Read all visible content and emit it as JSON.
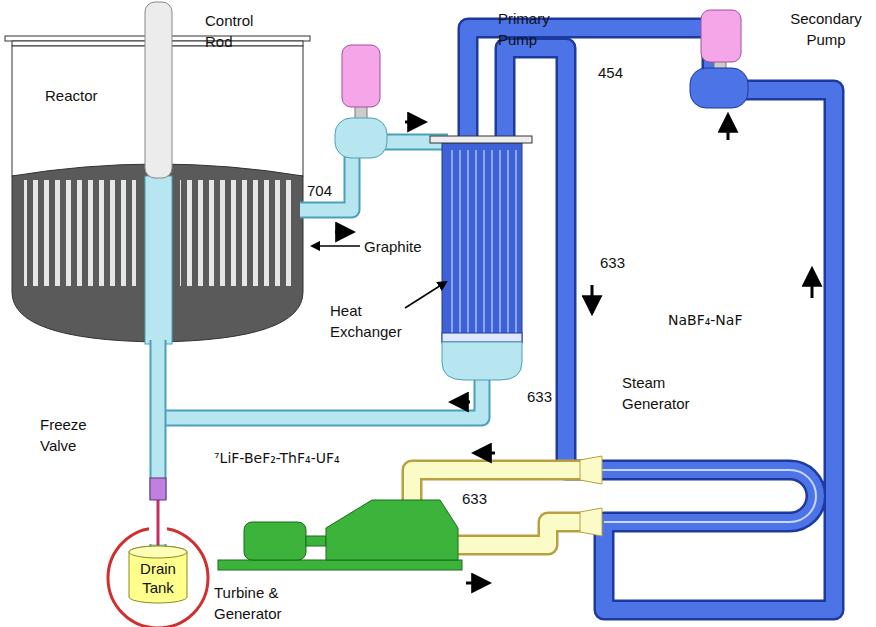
{
  "diagram": {
    "nodes": [
      {
        "text": [
          "Reactor"
        ]
      },
      {
        "text": [
          "Drain Tank"
        ]
      }
    ],
    "edges": [
      {
        "from": 0,
        "to": 1,
        "arrow": "none"
      }
    ],
    "labels": [
      "Control Rod",
      "Primary Pump",
      "Secondary Pump",
      "454",
      "704",
      "Graphite",
      "633",
      "Heat Exchanger",
      "NaBF₄-NaF",
      "633",
      "Steam Generator",
      "Freeze Valve",
      "⁷LiF-BeF₂-ThF₄-UF₄",
      "633",
      "Turbine & Generator"
    ]
  }
}
